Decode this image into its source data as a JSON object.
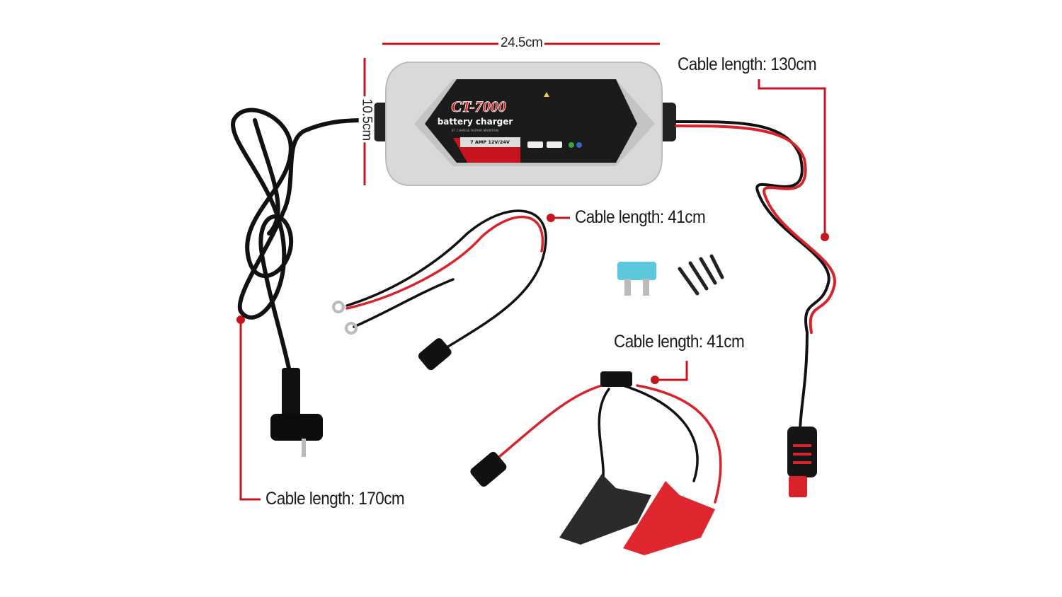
{
  "dimensions": {
    "width": "24.5cm",
    "height": "10.5cm"
  },
  "product": {
    "model": "CT-7000",
    "name": "battery charger",
    "subtitle": "ST CHARGE  REPAIR  MAINTAIN",
    "rating": "7 AMP   12V/24V"
  },
  "callouts": {
    "output_cable": "Cable length: 130cm",
    "ring_terminal_cable": "Cable length: 41cm",
    "clamp_cable": "Cable length: 41cm",
    "power_cable": "Cable length: 170cm"
  },
  "colors": {
    "accent": "#c8141e",
    "cable_red": "#d8232a",
    "cable_black": "#111111",
    "fuse": "#5cc8dc"
  }
}
